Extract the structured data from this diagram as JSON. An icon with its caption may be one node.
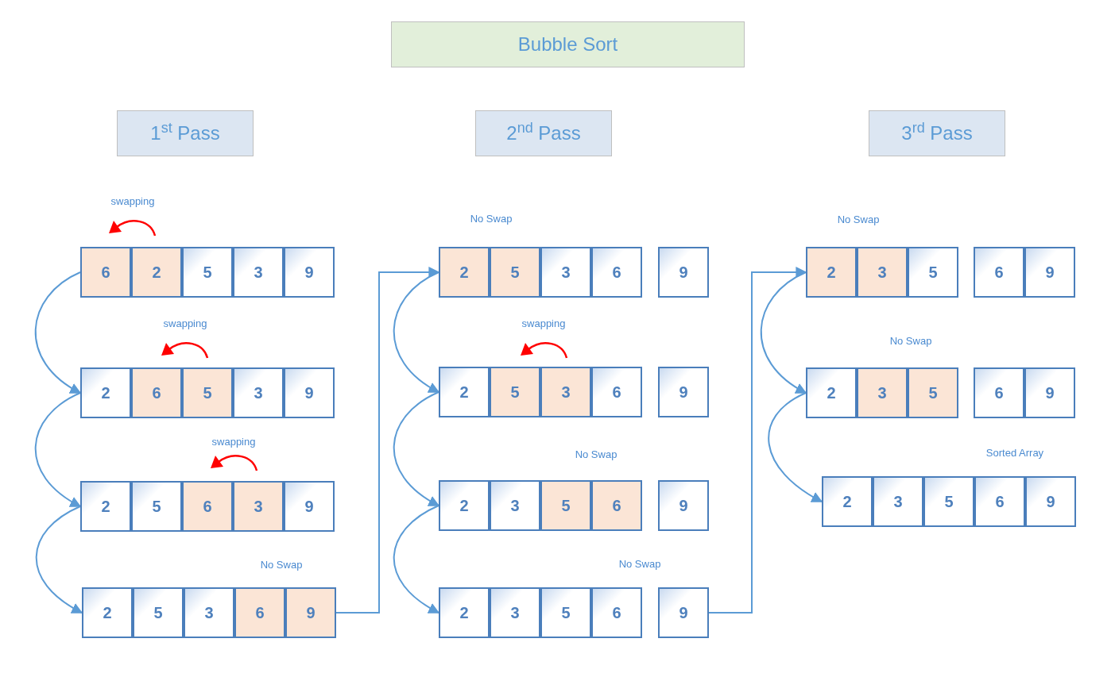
{
  "diagram": {
    "nodes": [
      {
        "text": [
          "Bubble Sort"
        ]
      },
      {
        "text": [
          "1$^{st}$ Pass"
        ]
      },
      {
        "text": [
          "2$^{nd}$ Pass"
        ]
      },
      {
        "text": [
          "3$^{rd}$ Pass"
        ]
      },
      {
        "text": [
          "6"
        ]
      },
      {
        "text": [
          "2"
        ]
      },
      {
        "text": [
          "5"
        ]
      },
      {
        "text": [
          "3"
        ]
      },
      {
        "text": [
          "9"
        ]
      },
      {
        "text": [
          "2"
        ]
      },
      {
        "text": [
          "6"
        ]
      },
      {
        "text": [
          "5"
        ]
      },
      {
        "text": [
          "3"
        ]
      },
      {
        "text": [
          "9"
        ]
      },
      {
        "text": [
          "2"
        ]
      },
      {
        "text": [
          "5"
        ]
      },
      {
        "text": [
          "6"
        ]
      },
      {
        "text": [
          "3"
        ]
      },
      {
        "text": [
          "9"
        ]
      },
      {
        "text": [
          "2"
        ]
      },
      {
        "text": [
          "5"
        ]
      },
      {
        "text": [
          "3"
        ]
      },
      {
        "text": [
          "6"
        ]
      },
      {
        "text": [
          "9"
        ]
      },
      {
        "text": [
          "2"
        ]
      },
      {
        "text": [
          "5"
        ]
      },
      {
        "text": [
          "3"
        ]
      },
      {
        "text": [
          "6"
        ]
      },
      {
        "text": [
          "9"
        ]
      },
      {
        "text": [
          "2"
        ]
      },
      {
        "text": [
          "5"
        ]
      },
      {
        "text": [
          "3"
        ]
      },
      {
        "text": [
          "6"
        ]
      },
      {
        "text": [
          "9"
        ]
      },
      {
        "text": [
          "2"
        ]
      },
      {
        "text": [
          "3"
        ]
      },
      {
        "text": [
          "5"
        ]
      },
      {
        "text": [
          "6"
        ]
      },
      {
        "text": [
          "9"
        ]
      },
      {
        "text": [
          "2"
        ]
      },
      {
        "text": [
          "3"
        ]
      },
      {
        "text": [
          "5"
        ]
      },
      {
        "text": [
          "6"
        ]
      },
      {
        "text": [
          "9"
        ]
      },
      {
        "text": [
          "2"
        ]
      },
      {
        "text": [
          "3"
        ]
      },
      {
        "text": [
          "5"
        ]
      },
      {
        "text": [
          "6"
        ]
      },
      {
        "text": [
          "9"
        ]
      },
      {
        "text": [
          "2"
        ]
      },
      {
        "text": [
          "3"
        ]
      },
      {
        "text": [
          "5"
        ]
      },
      {
        "text": [
          "6"
        ]
      },
      {
        "text": [
          "9"
        ]
      },
      {
        "text": [
          "2"
        ]
      },
      {
        "text": [
          "3"
        ]
      },
      {
        "text": [
          "5"
        ]
      },
      {
        "text": [
          "6"
        ]
      },
      {
        "text": [
          "9"
        ]
      }
    ],
    "edges": [
      {
        "from": 4,
        "to": 9,
        "arrow": "to"
      },
      {
        "from": 9,
        "to": 14,
        "arrow": "to"
      },
      {
        "from": 14,
        "to": 19,
        "arrow": "to"
      },
      {
        "from": 23,
        "to": 24,
        "arrow": "to"
      },
      {
        "from": 24,
        "to": 29,
        "arrow": "to"
      },
      {
        "from": 29,
        "to": 34,
        "arrow": "to"
      },
      {
        "from": 34,
        "to": 39,
        "arrow": "to"
      },
      {
        "from": 43,
        "to": 44,
        "arrow": "to"
      },
      {
        "from": 44,
        "to": 49,
        "arrow": "to"
      },
      {
        "from": 49,
        "to": 54,
        "arrow": "to"
      }
    ],
    "labels": [
      "swapping",
      "No Swap",
      "No Swap",
      "swapping",
      "swapping",
      "No Swap",
      "swapping",
      "No Swap",
      "Sorted Array",
      "No Swap",
      "No Swap"
    ]
  }
}
